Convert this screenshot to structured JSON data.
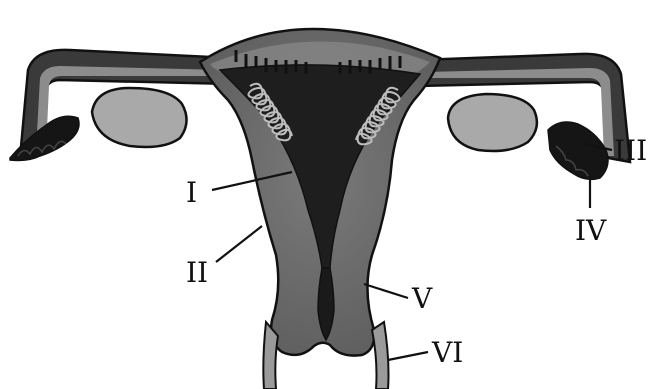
{
  "figure": {
    "background": "#ffffff",
    "colors": {
      "outline": "#1a1a1a",
      "tube_inner": "#8c8c8c",
      "uterus_body": "#6f6f6f",
      "uterus_lighter": "#8a8a8a",
      "cavity_dark": "#1e1e1e",
      "ovary": "#a9a9a9",
      "fimbriae": "#151515",
      "glands": "#bdbdbd"
    },
    "labels": [
      {
        "id": "I",
        "text": "I"
      },
      {
        "id": "II",
        "text": "II"
      },
      {
        "id": "III",
        "text": "III"
      },
      {
        "id": "IV",
        "text": "IV"
      },
      {
        "id": "V",
        "text": "V"
      },
      {
        "id": "VI",
        "text": "VI"
      }
    ]
  }
}
